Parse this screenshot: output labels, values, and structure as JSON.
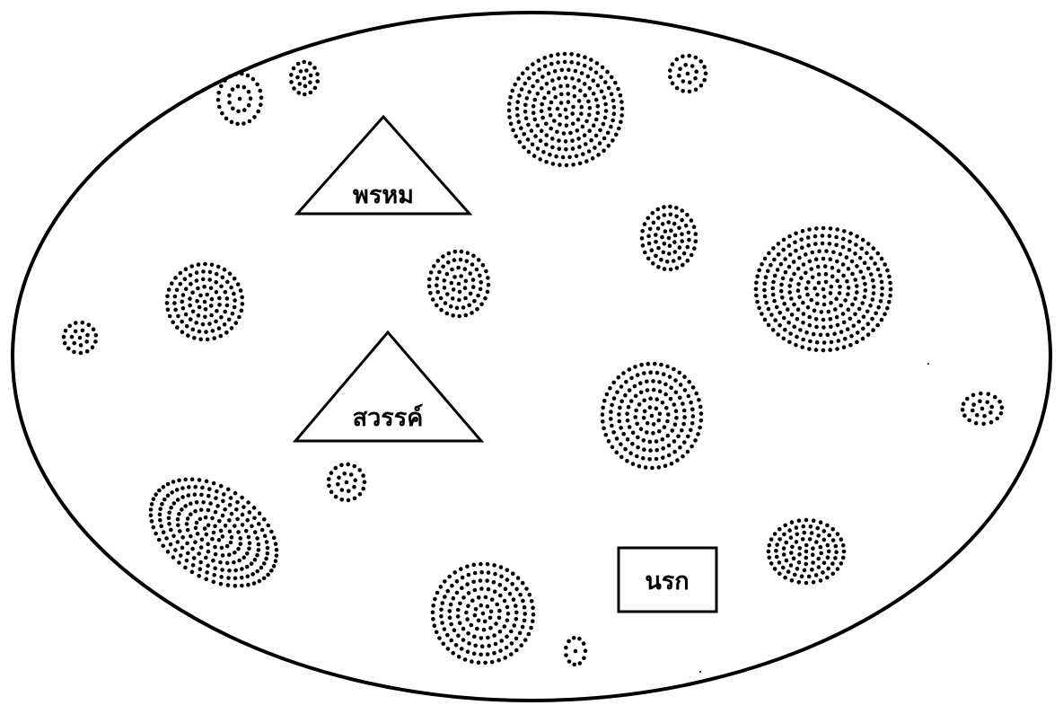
{
  "colors": {
    "ink": "#000000",
    "background": "#ffffff"
  },
  "labels": {
    "brahma": "พรหม",
    "heaven": "สวรรค์",
    "hell": "นรก"
  }
}
